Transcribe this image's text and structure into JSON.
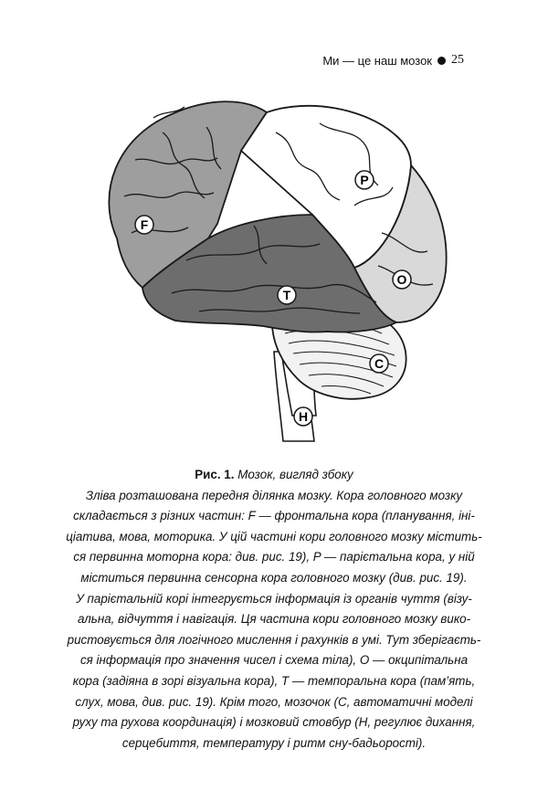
{
  "header": {
    "title": "Ми — це наш мозок",
    "page_number": "25"
  },
  "figure": {
    "labels": {
      "F": "F",
      "P": "P",
      "T": "T",
      "O": "O",
      "C": "C",
      "H": "H"
    }
  },
  "caption": {
    "label": "Рис. 1.",
    "title": "Мозок, вигляд збоку",
    "lines": [
      "Зліва розташована передня ділянка мозку. Кора головного мозку",
      "складається з різних частин: F — фронтальна кора (планування, іні-",
      "ціатива, мова, моторика. У цій частині кори головного мозку містить-",
      "ся первинна моторна кора: див. рис. 19), P — парієтальна кора, у ній",
      "міститься первинна сенсорна кора головного мозку (див. рис. 19).",
      "У парієтальній корі інтегрується інформація із органів чуття (візу-",
      "альна, відчуття і навігація. Ця частина кори головного мозку вико-",
      "ристовується для логічного мислення і рахунків в умі. Тут зберігаєть-",
      "ся інформація про значення чисел і схема тіла), O — окципітальна",
      "кора (задіяна в зорі візуальна кора), T — темпоральна кора (пам’ять,",
      "слух, мова, див. рис. 19). Крім того, мозочок (C, автоматичні моделі",
      "руху та рухова координація) і мозковий стовбур (H, регулює дихання,",
      "серцебиття, температуру і ритм сну-бадьорості)."
    ]
  }
}
